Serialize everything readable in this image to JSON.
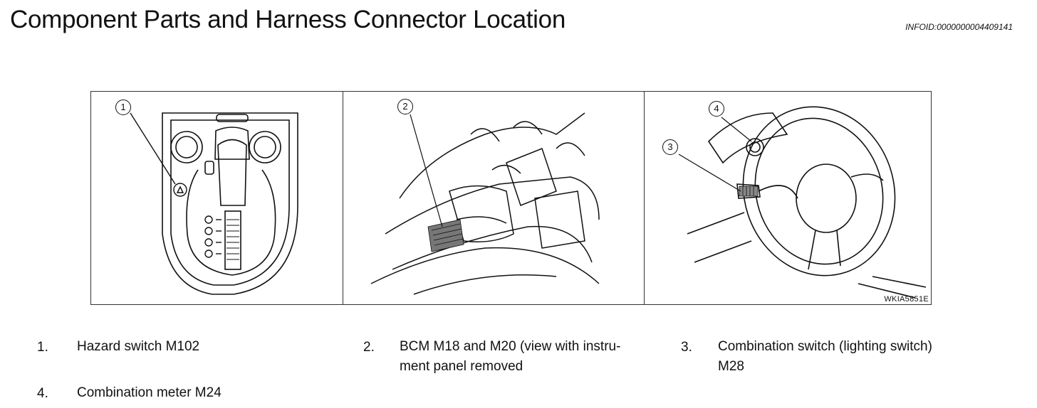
{
  "page": {
    "title": "Component Parts and Harness Connector Location",
    "infoid": "INFOID:0000000004409141"
  },
  "figure": {
    "code": "WKIA5851E",
    "callouts": [
      "1",
      "2",
      "3",
      "4"
    ]
  },
  "legend": [
    {
      "num": "1.",
      "text": "Hazard switch M102"
    },
    {
      "num": "2.",
      "line1": "BCM M18 and M20 (view with instru-",
      "line2": "ment panel removed"
    },
    {
      "num": "3.",
      "line1": "Combination switch (lighting switch)",
      "line2": "M28"
    },
    {
      "num": "4.",
      "text": "Combination meter M24"
    }
  ]
}
